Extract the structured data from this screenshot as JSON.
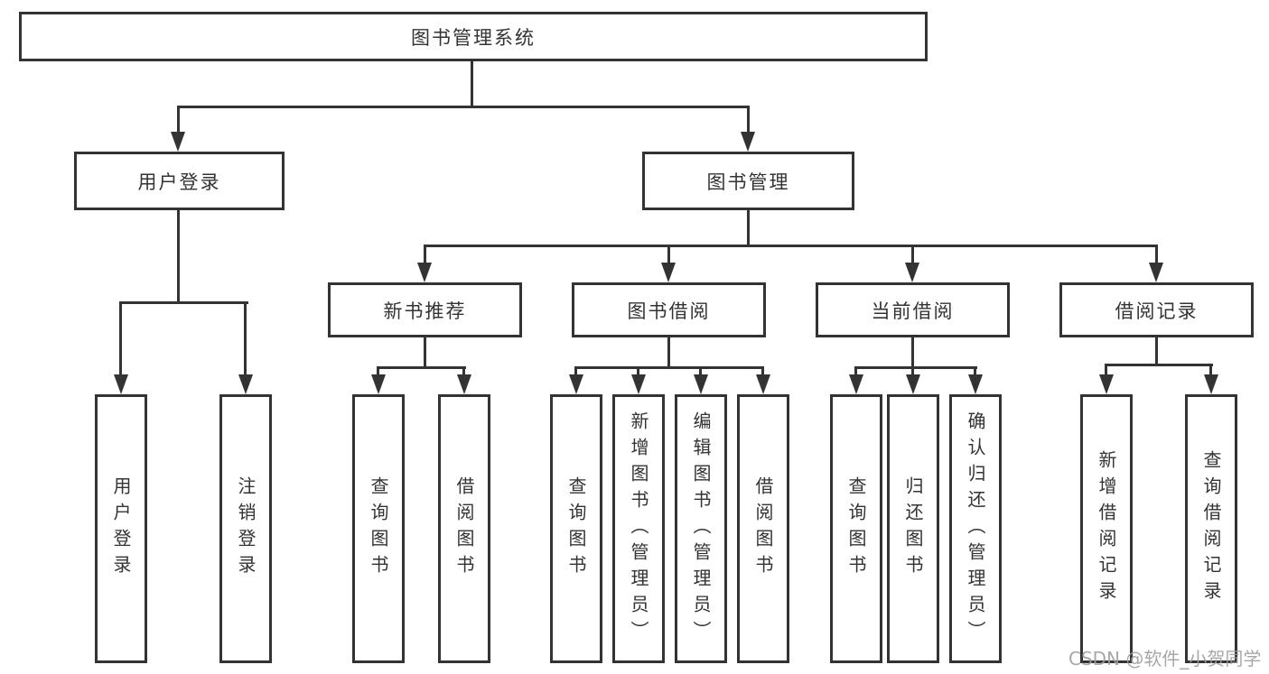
{
  "diagram_type": "hierarchy-tree",
  "tree": {
    "label": "图书管理系统",
    "children": [
      {
        "label": "用户登录",
        "children": [
          {
            "label": "用户登录"
          },
          {
            "label": "注销登录"
          }
        ]
      },
      {
        "label": "图书管理",
        "children": [
          {
            "label": "新书推荐",
            "children": [
              {
                "label": "查询图书"
              },
              {
                "label": "借阅图书"
              }
            ]
          },
          {
            "label": "图书借阅",
            "children": [
              {
                "label": "查询图书"
              },
              {
                "label": "新增图书（管理员）"
              },
              {
                "label": "编辑图书（管理员）"
              },
              {
                "label": "借阅图书"
              }
            ]
          },
          {
            "label": "当前借阅",
            "children": [
              {
                "label": "查询图书"
              },
              {
                "label": "归还图书"
              },
              {
                "label": "确认归还（管理员）"
              }
            ]
          },
          {
            "label": "借阅记录",
            "children": [
              {
                "label": "新增借阅记录"
              },
              {
                "label": "查询借阅记录"
              }
            ]
          }
        ]
      }
    ]
  },
  "watermark": {
    "text": "CSDN @软件_小贺同学"
  },
  "colors": {
    "background": "#ffffff",
    "line": "#333333",
    "box_border": "#333333",
    "text": "#333333",
    "watermark": "#9e9e9e"
  }
}
